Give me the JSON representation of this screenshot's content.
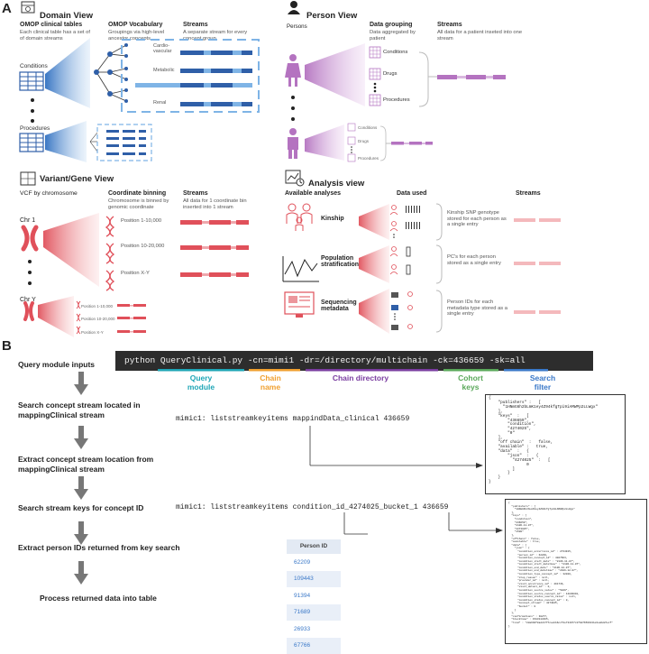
{
  "colors": {
    "blue": "#2f5fa8",
    "light_blue": "#7fb4e6",
    "purple": "#b473c0",
    "red": "#e0505a",
    "pink": "#f4b9bc",
    "cyan": "#1fa6b6",
    "orange": "#f0a030",
    "green": "#5aa85a",
    "violet": "#7a3da0",
    "terminal": "#2d2d2d"
  },
  "panel_a": {
    "letter": "A",
    "domain_view": {
      "title": "Domain View",
      "subtitle": "OMOP clinical tables",
      "desc": "Each clinical table has a set of of domain streams",
      "vocab_title": "OMOP Vocabulary",
      "vocab_desc": "Groupings via high-level ancestor concepts.",
      "streams_title": "Streams",
      "streams_desc": "A separate stream for every concept group",
      "conditions_label": "Conditions",
      "procedures_label": "Procedures",
      "groups": [
        "Cardio-vascular",
        "Metabolic",
        "Renal"
      ]
    },
    "person_view": {
      "title": "Person View",
      "persons_label": "Persons",
      "grouping_title": "Data grouping",
      "grouping_desc": "Data aggregated by patient",
      "streams_title": "Streams",
      "streams_desc": "All data for a patient inseted into one stream",
      "items": [
        "Conditions",
        "Drugs",
        "Procedures"
      ],
      "items_small": [
        "Conditions",
        "Drugs",
        "Procedures"
      ]
    },
    "variant_view": {
      "title": "Variant/Gene View",
      "subtitle": "VCF by chromosome",
      "binning_title": "Coordinate binning",
      "binning_desc": "Chromosome is binned by genomic coordinate",
      "streams_title": "Streams",
      "streams_desc": "All data for 1 coordinate bin inserted into 1 stream",
      "chr1": "Chr 1",
      "chry": "Chr Y",
      "positions": [
        "Position 1-10,000",
        "Position 10-20,000",
        "Position X-Y"
      ],
      "positions_small": [
        "Position 1-10,000",
        "Position 10-20,000",
        "Position X-Y"
      ]
    },
    "analysis_view": {
      "title": "Analysis view",
      "available_label": "Available analyses",
      "data_used_label": "Data used",
      "streams_label": "Streams",
      "analyses": [
        {
          "name": "Kinship",
          "desc": "Kinship SNP genotype stored for each person as a single entry"
        },
        {
          "name": "Population stratification",
          "desc": "PC's for each person stored as a single entry"
        },
        {
          "name": "Sequencing metadata",
          "desc": "Person IDs for each metadata type stored as a single entry"
        }
      ]
    }
  },
  "panel_b": {
    "letter": "B",
    "steps": [
      "Query module inputs",
      "Search concept stream located in mappingClinical stream",
      "Extract concept stream location from mappingClinical stream",
      "Search stream keys for concept ID",
      "Extract person IDs returned from key search",
      "Process returned data into table"
    ],
    "command": {
      "prefix": "python ",
      "script": "QueryClinical.py",
      "chain": "-cn=mimi1",
      "dir": "-dr=/directory/multichain",
      "keys": "-ck=436659",
      "filter": "-sk=all"
    },
    "captions": {
      "module": "Query module",
      "chain": "Chain name",
      "dir": "Chain directory",
      "keys": "Cohort keys",
      "filter": "Search filter"
    },
    "cmd1": "mimic1: liststreamkeyitems mappindData_clinical 436659",
    "cmd2": "mimic1: liststreamkeyitems condition_id_4274025_bucket_1 436659",
    "json1": "{\n    \"publishers\" :   [\n      \"1HNmG6h2bLmK1ey4Z94kfgTpi9iAMWPp2LLWgx\"\n    ],\n    \"keys\"  :   [\n        \"436659\",\n        \"condition\",\n        \"4274025\",\n        \"0\"\n    ],\n    \"off chain\"  :   false,\n    \"available\" :   true,\n    \"data\"  :   {\n        \"json\"  :   {\n          \"4274025\"  :   [\n                0\n          ]\n        }\n    }\n}",
    "json2": "{\n  \"publishers\" : [\n    \"1HNmG6h2bLmK1ey4Z94kfgTpi9iAMWPp2LLWgx\"\n  ],\n  \"keys\" : [\n    \"condition\",\n    \"436659\",\n    \"2106-11-07\",\n    \"4274025\",\n    \"1500\"\n  ],\n  \"offchain\" : false,\n  \"available\" : true,\n  \"data\" : {\n    \"json\" : {\n      \"condition_occurrence_id\" : 2734915,\n      \"person_id\" : 62209,\n      \"condition_concept_id\" : 4027663,\n      \"condition_start_date\" : \"2106-11-07\",\n      \"condition_start_datetime\" : \"2106-11-07\",\n      \"condition_end_date\" : \"2106-12-07\",\n      \"condition_end_datetime\" : \"2106-12-07\",\n      \"condition_type_concept_id\" : 32020,\n      \"stop_reason\" : null,\n      \"provider_id\" : null,\n      \"visit_occurrence_id\" : 491736,\n      \"visit_detail_id\" : 0,\n      \"condition_source_value\" : \"5849\",\n      \"condition_source_concept_id\" : 44830091,\n      \"condition_status_source_value\" : null,\n      \"condition_status_concept_id\" : 0,\n      \"concept_stream\" : 4274025,\n      \"bucket\" : 0\n    }\n  },\n  \"confirmations\" : 38277,\n  \"blocktime\" : 1583113465,\n  \"txid\" : \"28a6b6f8adcb7f7ceebb6ccf4e734977c1f9d76596131e6ea6dd7ecf\"\n}",
    "person_table": {
      "header": "Person ID",
      "rows": [
        "62209",
        "109443",
        "91394",
        "71689",
        "26933",
        "67766"
      ]
    }
  }
}
